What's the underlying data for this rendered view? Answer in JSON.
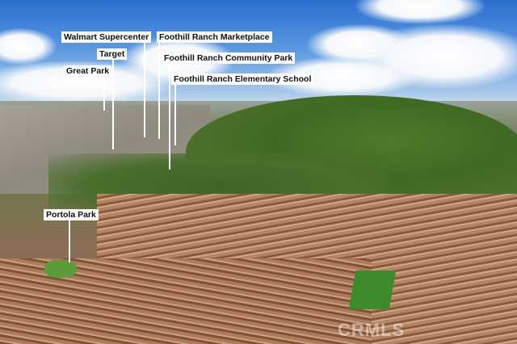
{
  "labels": {
    "walmart": "Walmart Supercenter",
    "marketplace": "Foothill Ranch Marketplace",
    "target": "Target",
    "community_park": "Foothill Ranch Community Park",
    "great_park": "Great Park",
    "elementary": "Foothill Ranch Elementary School",
    "portola_park": "Portola Park"
  },
  "watermark": "CRMLS"
}
